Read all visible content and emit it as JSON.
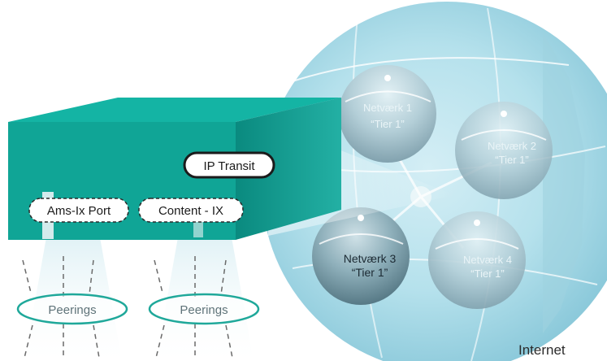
{
  "diagram": {
    "box": {
      "ip_transit_label": "IP Transit",
      "ports": [
        {
          "label": "Ams-Ix Port"
        },
        {
          "label": "Content - IX"
        }
      ]
    },
    "peerings": [
      {
        "label": "Peerings"
      },
      {
        "label": "Peerings"
      }
    ],
    "networks": [
      {
        "name": "Netværk 1",
        "tier": "“Tier 1”"
      },
      {
        "name": "Netværk 2",
        "tier": "“Tier 1”"
      },
      {
        "name": "Netværk 3",
        "tier": "“Tier 1”"
      },
      {
        "name": "Netværk 4",
        "tier": "“Tier 1”"
      }
    ],
    "internet_label": "Internet",
    "colors": {
      "box_front": "#10a596",
      "box_top": "#14b4a4",
      "box_side": "#0c8b80",
      "globe": "#a8dbe8",
      "peering_outline": "#1fa89a"
    }
  }
}
